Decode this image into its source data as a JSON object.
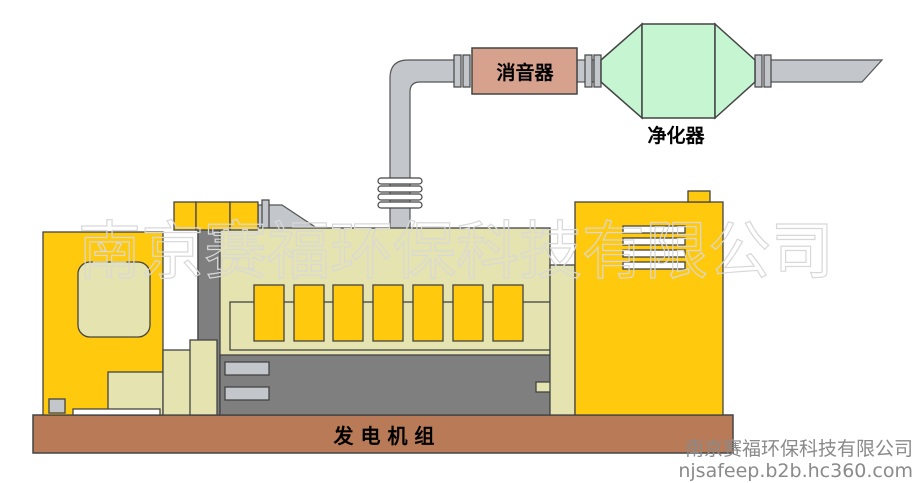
{
  "labels": {
    "muffler": "消音器",
    "purifier": "净化器",
    "genset": "发 电 机 组"
  },
  "watermark": {
    "center": "南京赛福环保科技有限公司",
    "corner_company": "南京赛福环保科技有限公司",
    "corner_url": "njsafeep.b2b.hc360.com"
  },
  "colors": {
    "engine_yellow": "#FFC90E",
    "base_brown": "#B97A57",
    "muffler_pink": "#D6A28E",
    "purifier_green": "#C6F5D2",
    "pipe_gray": "#C3C7CB",
    "engine_gray": "#7F7F7F",
    "panel_beige": "#E5E3B0"
  }
}
